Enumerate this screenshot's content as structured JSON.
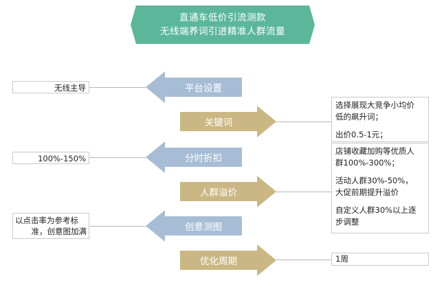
{
  "title": {
    "line1": "直通车低价引流测款",
    "line2": "无线端养词引进精准人群流量",
    "color": "#5cb79a"
  },
  "colors": {
    "blue_arrow": "#a7bdd5",
    "tan_arrow": "#cbb784"
  },
  "steps": [
    {
      "label": "平台设置",
      "direction": "left"
    },
    {
      "label": "关键词",
      "direction": "right"
    },
    {
      "label": "分时折扣",
      "direction": "left"
    },
    {
      "label": "人群溢价",
      "direction": "right"
    },
    {
      "label": "创意测图",
      "direction": "left"
    },
    {
      "label": "优化周期",
      "direction": "right"
    }
  ],
  "left_notes": {
    "platform": "无线主导",
    "discount": "100%-150%",
    "creative_line1": "以点击率为参考标",
    "creative_line2": "准，创意图加满"
  },
  "right_notes": {
    "keyword_p1_l1": "选择展现大竞争小均价",
    "keyword_p1_l2": "低的飙升词；",
    "keyword_p2": "出价0.5-1元；",
    "crowd_p1_l1": "店铺收藏加购等优质人",
    "crowd_p1_l2": "群100%-300%；",
    "crowd_p2_l1": "活动人群30%-50%，",
    "crowd_p2_l2": "大促前期提升溢价",
    "crowd_p3_l1": "自定义人群30%以上逐",
    "crowd_p3_l2": "步调整",
    "cycle": "1周"
  }
}
